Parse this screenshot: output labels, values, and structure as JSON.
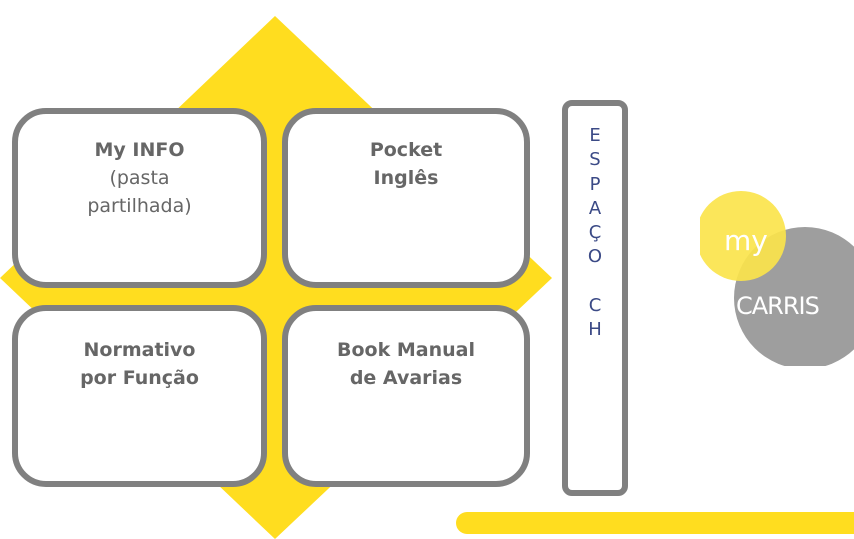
{
  "tiles": [
    {
      "title": "My INFO",
      "subtitle_line1": "(pasta",
      "subtitle_line2": "partilhada)"
    },
    {
      "line1": "Pocket",
      "line2": "Inglês"
    },
    {
      "line1": "Normativo",
      "line2": "por Função"
    },
    {
      "line1": "Book Manual",
      "line2": "de Avarias"
    }
  ],
  "espaco": {
    "letters": [
      "E",
      "S",
      "P",
      "A",
      "Ç",
      "O",
      "",
      "C",
      "H"
    ]
  },
  "logo": {
    "my": "my",
    "carris": "CARRIS"
  },
  "colors": {
    "accent_yellow": "#ffdd1f",
    "tile_border": "#808080",
    "tile_text": "#666666",
    "espaco_text": "#3b4a86",
    "logo_gray": "#9e9e9e",
    "logo_yellow": "#fbe44c"
  }
}
